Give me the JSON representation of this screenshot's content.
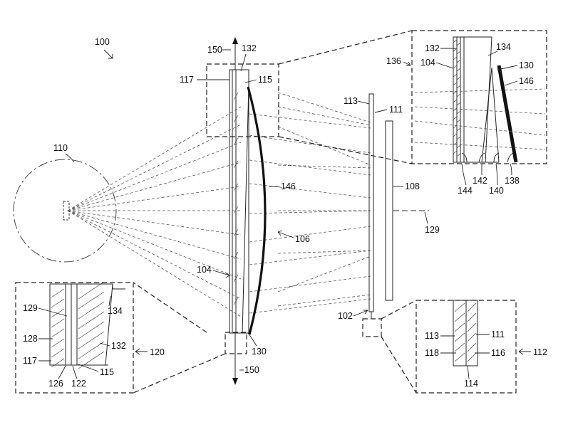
{
  "figure": {
    "ref_main": "100",
    "labels": {
      "eye": "110",
      "axis_top": "150",
      "axis_bottom": "150",
      "l132": "132",
      "l117": "117",
      "l115": "115",
      "l113": "113",
      "l111": "111",
      "l108": "108",
      "l146": "146",
      "l106": "106",
      "l104": "104",
      "l129": "129",
      "l102": "102",
      "l130": "130"
    },
    "inset_136": {
      "ref": "136",
      "labels": {
        "l132": "132",
        "l134": "134",
        "l104": "104",
        "l130": "130",
        "l146": "146",
        "l144": "144",
        "l142": "142",
        "l140": "140",
        "l138": "138"
      }
    },
    "inset_120": {
      "ref": "120",
      "labels": {
        "l129": "129",
        "l134": "134",
        "l128": "128",
        "l132": "132",
        "l117": "117",
        "l115": "115",
        "l126": "126",
        "l122": "122"
      }
    },
    "inset_112": {
      "ref": "112",
      "labels": {
        "l113": "113",
        "l111": "111",
        "l118": "118",
        "l116": "116",
        "l114": "114"
      }
    }
  }
}
